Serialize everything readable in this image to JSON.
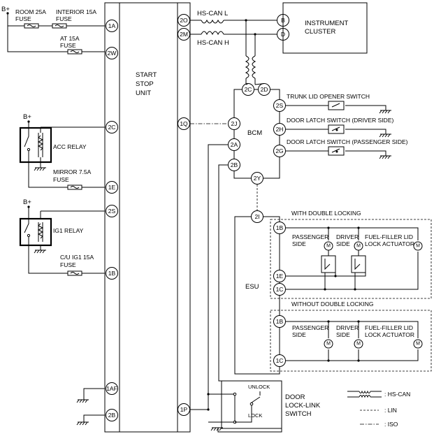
{
  "supply": {
    "bplus": "B+"
  },
  "fuses": {
    "room": [
      "ROOM 25A",
      "FUSE"
    ],
    "interior": [
      "INTERIOR 15A",
      "FUSE"
    ],
    "at": [
      "AT 15A",
      "FUSE"
    ],
    "mirror": [
      "MIRROR 7.5A",
      "FUSE"
    ],
    "cu_ig1": [
      "C/U IG1 15A",
      "FUSE"
    ]
  },
  "relays": {
    "acc": "ACC RELAY",
    "ig1": "IG1 RELAY"
  },
  "start_stop_unit": {
    "label": [
      "START",
      "STOP",
      "UNIT"
    ],
    "left_pins": [
      "1A",
      "2W",
      "2C",
      "1E",
      "2S",
      "1B",
      "1AF",
      "2B"
    ],
    "right_pins": [
      "2O",
      "2M",
      "1Q",
      "1P"
    ]
  },
  "bus": {
    "can_l": "HS-CAN L",
    "can_h": "HS-CAN H"
  },
  "cluster": {
    "label": [
      "INSTRUMENT",
      "CLUSTER"
    ],
    "pins": [
      "B",
      "D"
    ]
  },
  "bcm": {
    "label": "BCM",
    "pins": [
      "2C",
      "2D",
      "2J",
      "2A",
      "2B",
      "2Y",
      "2S",
      "2H",
      "2G"
    ]
  },
  "switches": {
    "trunk": "TRUNK LID OPENER SWITCH",
    "door_driver": "DOOR LATCH SWITCH (DRIVER SIDE)",
    "door_passenger": "DOOR LATCH SWITCH (PASSENGER SIDE)"
  },
  "esu": {
    "label": "ESU",
    "pins": [
      "2I",
      "1B",
      "1E",
      "1C",
      "1B",
      "1C"
    ]
  },
  "with_double": {
    "title": "WITH DOUBLE LOCKING",
    "passenger": [
      "PASSENGER",
      "SIDE"
    ],
    "driver": [
      "DRIVER",
      "SIDE"
    ],
    "fuel": [
      "FUEL-FILLER LID",
      "LOCK ACTUATOR"
    ]
  },
  "without_double": {
    "title": "WITHOUT DOUBLE LOCKING",
    "passenger": [
      "PASSENGER",
      "SIDE"
    ],
    "driver": [
      "DRIVER",
      "SIDE"
    ],
    "fuel": [
      "FUEL-FILLER LID",
      "LOCK ACTUATOR"
    ]
  },
  "motor": "M",
  "lock_link": {
    "label": [
      "DOOR",
      "LOCK-LINK",
      "SWITCH"
    ],
    "unlock": "UNLOCK",
    "lock": "LOCK"
  },
  "legend": {
    "can": ": HS-CAN",
    "lin": ": LIN",
    "iso": ": ISO"
  }
}
